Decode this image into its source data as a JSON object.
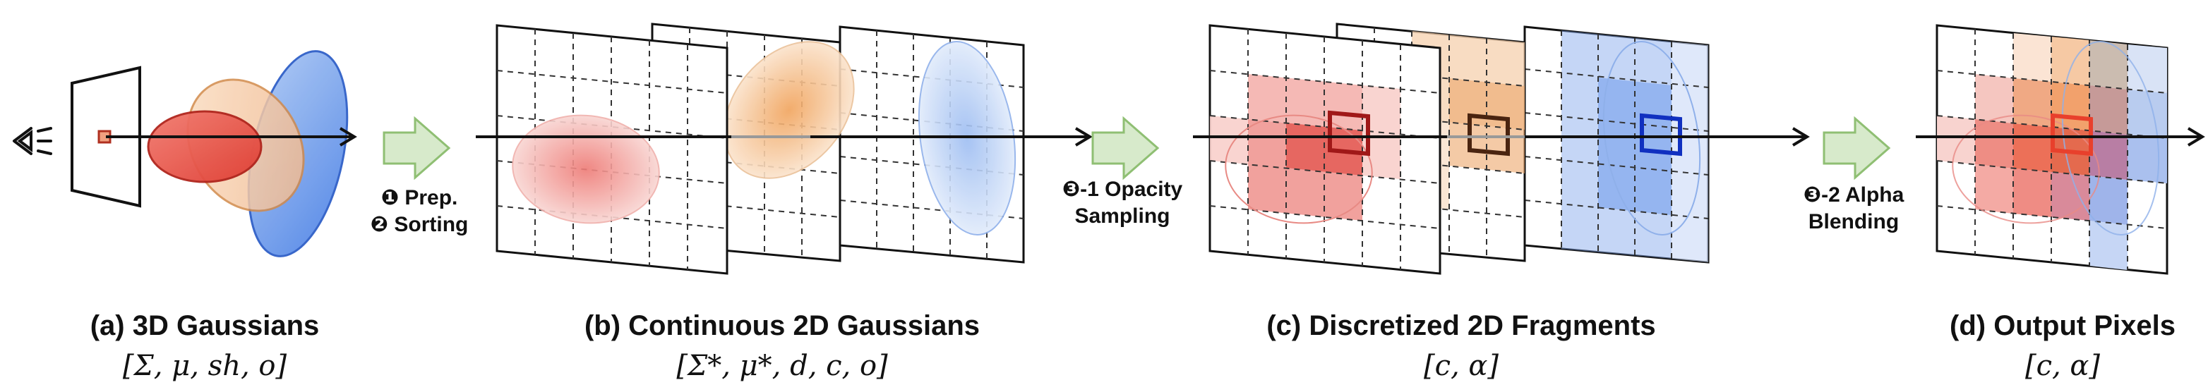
{
  "steps": {
    "prep": "❶ Prep.",
    "sorting": "❷ Sorting",
    "opacity_line1": "❸-1 Opacity",
    "opacity_line2": "Sampling",
    "alpha_line1": "❸-2 Alpha",
    "alpha_line2": "Blending"
  },
  "panels": {
    "a": {
      "caption": "(a) 3D Gaussians",
      "params": "[Σ, μ, sh, o]"
    },
    "b": {
      "caption": "(b) Continuous 2D Gaussians",
      "params": "[Σ*, μ*, d, c, o]"
    },
    "c": {
      "caption": "(c) Discretized 2D Fragments",
      "params": "[c, α]"
    },
    "d": {
      "caption": "(d) Output Pixels",
      "params": "[c, α]"
    }
  },
  "colors": {
    "red": "#e3453a",
    "orange": "#f0a868",
    "blue": "#5b8fe8",
    "arrow_green": "#d5e8c8",
    "arrow_green_stroke": "#8fbf73",
    "dark_red": "#a01818",
    "dark_brown": "#4a2410",
    "dark_blue": "#1030c0"
  }
}
